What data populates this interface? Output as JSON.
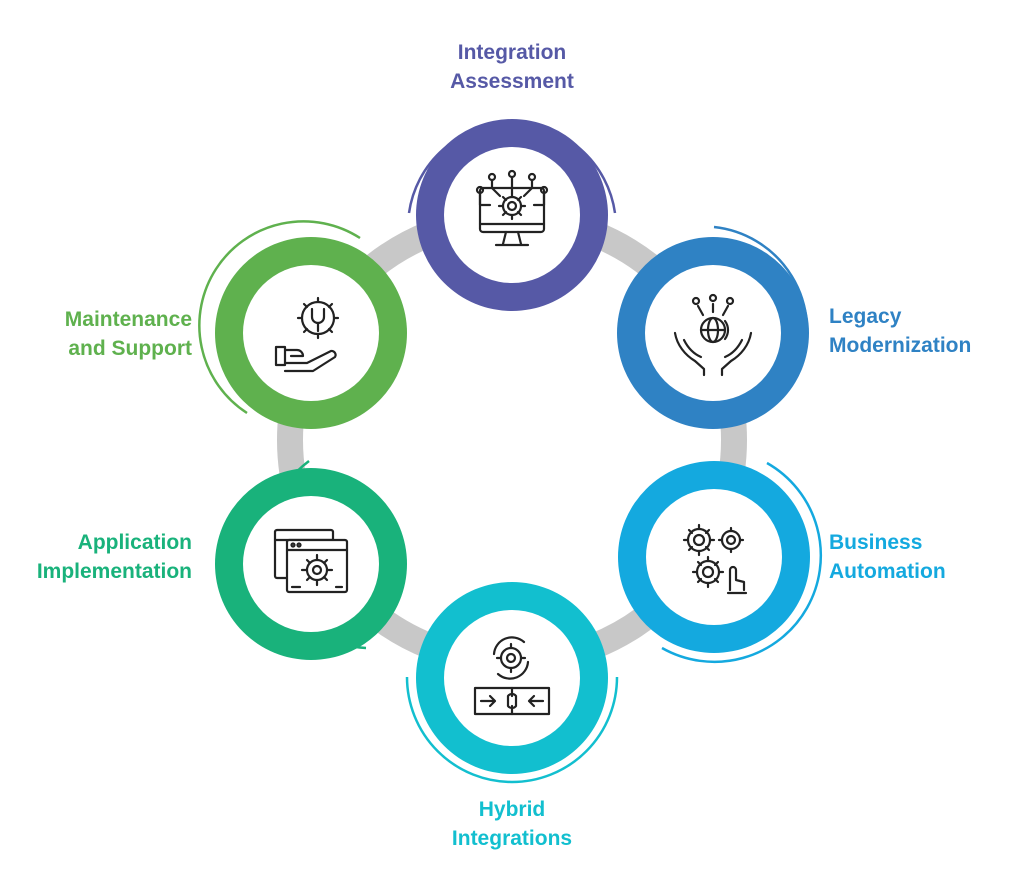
{
  "nodes": [
    {
      "id": "integration-assessment",
      "label_lines": [
        "Integration",
        "Assessment"
      ],
      "color": "#5659a6",
      "icon": "monitor-gear-circuit-icon"
    },
    {
      "id": "legacy-modernization",
      "label_lines": [
        "Legacy",
        "Modernization"
      ],
      "color": "#2f82c4",
      "icon": "hands-globe-gear-icon"
    },
    {
      "id": "business-automation",
      "label_lines": [
        "Business",
        "Automation"
      ],
      "color": "#14a9df",
      "icon": "gears-hand-icon"
    },
    {
      "id": "hybrid-integrations",
      "label_lines": [
        "Hybrid",
        "Integrations"
      ],
      "color": "#12bfcf",
      "icon": "puzzle-gear-arrows-icon"
    },
    {
      "id": "application-implementation",
      "label_lines": [
        "Application",
        "Implementation"
      ],
      "color": "#19b27b",
      "icon": "windows-gear-icon"
    },
    {
      "id": "maintenance-and-support",
      "label_lines": [
        "Maintenance",
        "and Support"
      ],
      "color": "#5fb14e",
      "icon": "hand-gear-wrench-icon"
    }
  ],
  "ring_color": "#c8c8c8"
}
